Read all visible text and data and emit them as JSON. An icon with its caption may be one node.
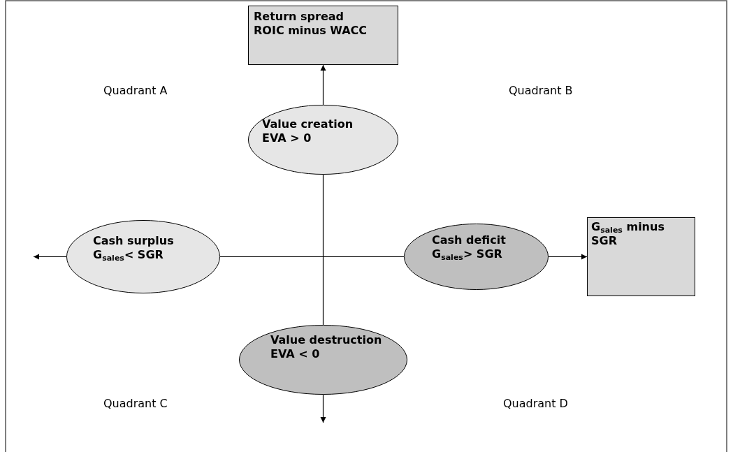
{
  "diagram": {
    "nodes": [
      {
        "text": [
          "Return spread",
          "ROIC minus WACC"
        ]
      },
      {
        "text": [
          "Value creation",
          "EVA > 0"
        ]
      },
      {
        "text": [
          "Cash surplus",
          "G$_{sales}$< SGR"
        ]
      },
      {
        "text": [
          "Cash deficit",
          "G$_{sales}$> SGR"
        ]
      },
      {
        "text": [
          "G$_{sales}$ minus SGR"
        ]
      },
      {
        "text": [
          "Value destruction",
          "EVA < 0"
        ]
      }
    ],
    "edges": [
      {
        "from": 1,
        "to": 0,
        "arrow": "to"
      },
      {
        "from": 1,
        "to": 5,
        "arrow": "none"
      },
      {
        "from": 2,
        "to": 3,
        "arrow": "none"
      },
      {
        "from": 2,
        "to": null,
        "arrow": "to"
      },
      {
        "from": 3,
        "to": 4,
        "arrow": "to"
      },
      {
        "from": 5,
        "to": null,
        "arrow": "to"
      }
    ],
    "labels": [
      "Quadrant A",
      "Quadrant B",
      "Quadrant C",
      "Quadrant D"
    ]
  }
}
